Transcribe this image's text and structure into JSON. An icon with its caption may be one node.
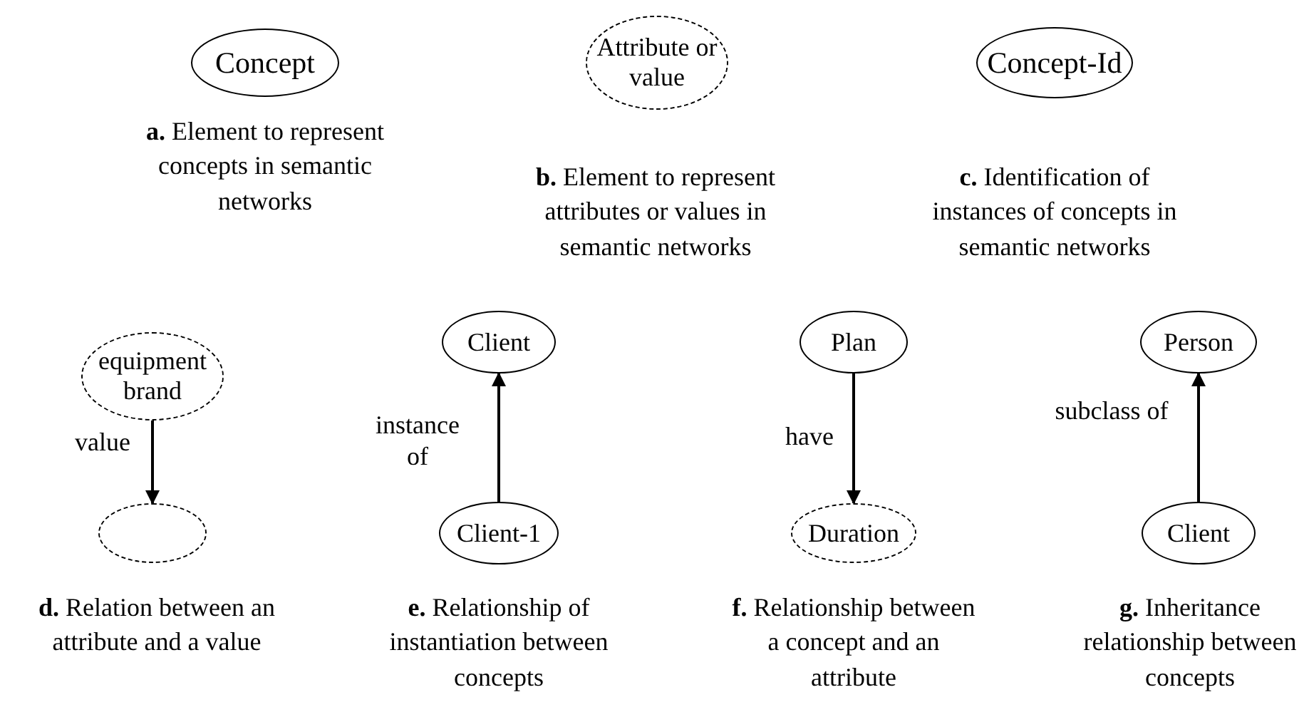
{
  "diagram": {
    "nodes": [
      {
        "text": [
          "Concept"
        ]
      },
      {
        "text": [
          "Attribute or value"
        ]
      },
      {
        "text": [
          "Concept-Id"
        ]
      },
      {
        "text": [
          "equipment brand"
        ]
      },
      {
        "text": [],
        "shape": "ellipse"
      },
      {
        "text": [
          "Client"
        ]
      },
      {
        "text": [
          "Client-1"
        ]
      },
      {
        "text": [
          "Plan"
        ]
      },
      {
        "text": [
          "Duration"
        ]
      },
      {
        "text": [
          "Person"
        ]
      },
      {
        "text": [
          "Client"
        ]
      }
    ],
    "edges": [
      {
        "from": 3,
        "to": 4,
        "arrow": "to",
        "label": "value"
      },
      {
        "from": 6,
        "to": 5,
        "arrow": "to",
        "label": "instance of"
      },
      {
        "from": 7,
        "to": 8,
        "arrow": "to",
        "label": "have"
      },
      {
        "from": 10,
        "to": 9,
        "arrow": "to",
        "label": "subclass of"
      }
    ],
    "labels": [
      "**a.** Element to represent concepts in semantic networks",
      "**b.** Element to represent attributes or values in semantic networks",
      "**c.** Identification of instances of concepts in semantic networks",
      "**d.** Relation between an attribute and a value",
      "**e.** Relationship of instantiation between concepts",
      "**f.** Relationship between a concept and an attribute",
      "**g.** Inheritance relationship between concepts"
    ]
  }
}
